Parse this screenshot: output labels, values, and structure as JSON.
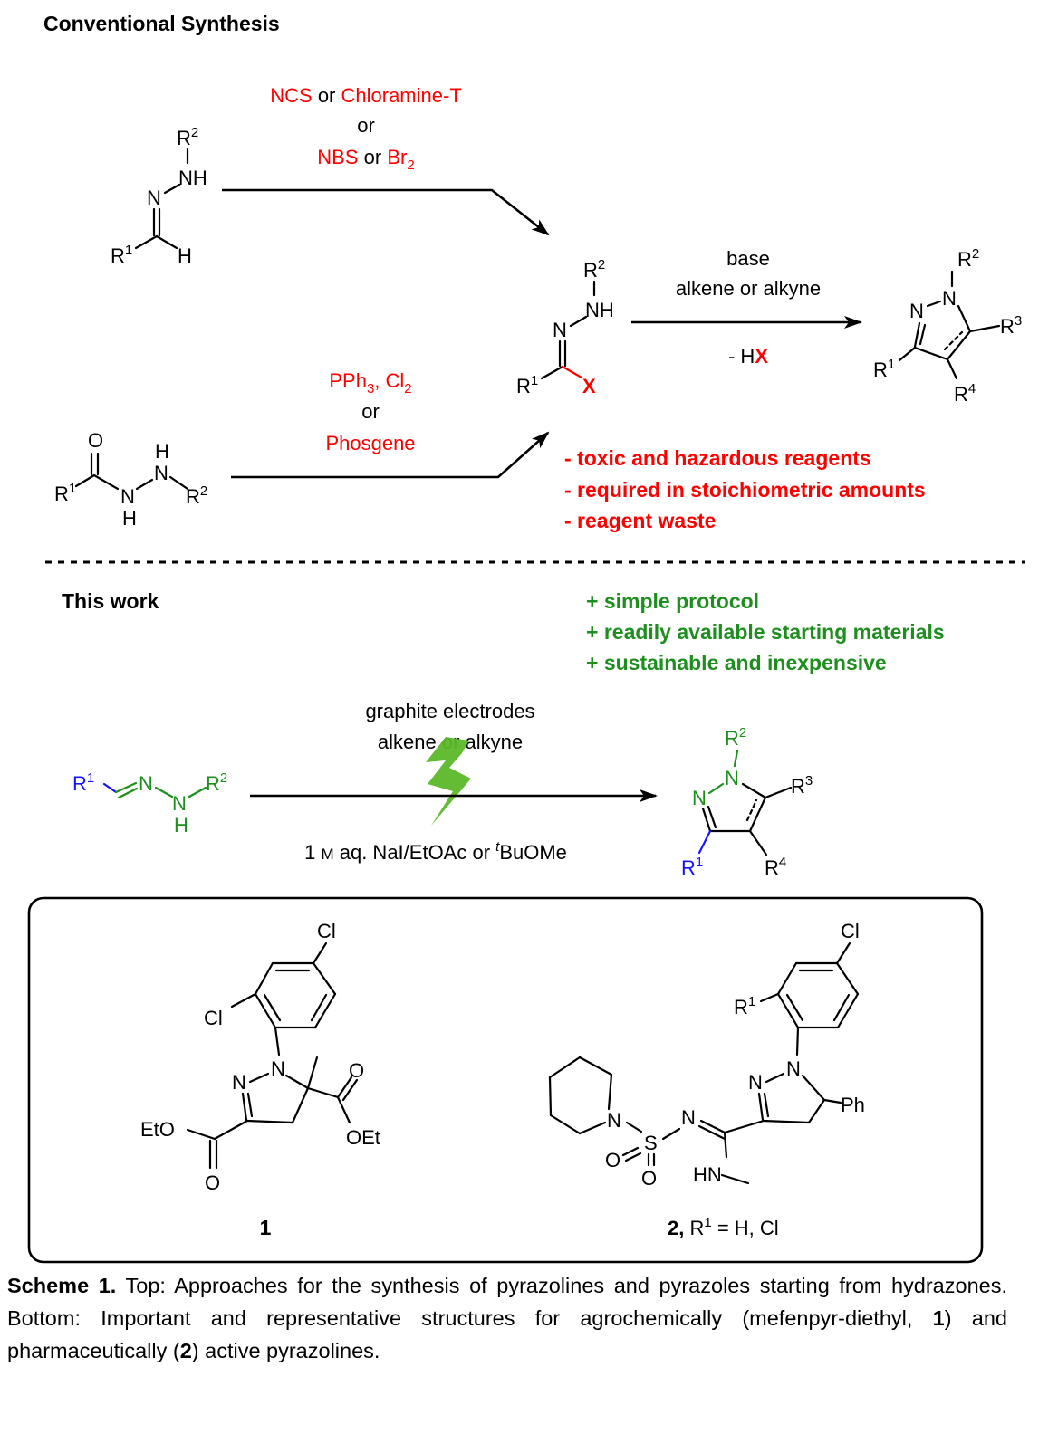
{
  "headers": {
    "conventional": "Conventional Synthesis",
    "this_work": "This work"
  },
  "reagents_top": {
    "ncs": "NCS",
    "or1": "or",
    "chloramine": "Chloramine-T",
    "or2": "or",
    "nbs": "NBS",
    "or3": "or",
    "br2": "Br",
    "br2_sub": "2"
  },
  "reagents_bottom": {
    "pph3": "PPh",
    "pph3_sub": "3",
    "comma": ",",
    "cl2": " Cl",
    "cl2_sub": "2",
    "or": "or",
    "phosgene": "Phosgene"
  },
  "cyclization": {
    "line1": "base",
    "line2": "alkene or alkyne",
    "line3_a": "- H",
    "line3_b": "X"
  },
  "drawbacks": [
    "- toxic and hazardous reagents",
    "- required in stoichiometric amounts",
    "- reagent waste"
  ],
  "advantages": [
    "+ simple protocol",
    "+ readily available starting materials",
    "+ sustainable and inexpensive"
  ],
  "this_work_conditions": {
    "line1": "graphite electrodes",
    "line2": "alkene or alkyne",
    "below_a": "1 ",
    "below_m": "M",
    "below_b": " aq. NaI/EtOAc or ",
    "below_t": "t",
    "below_c": "BuOMe"
  },
  "atoms": {
    "R": "R",
    "s1": "1",
    "s2": "2",
    "s3": "3",
    "s4": "4",
    "N": "N",
    "NH": "NH",
    "H": "H",
    "O": "O",
    "X": "X",
    "S": "S",
    "Cl": "Cl",
    "EtO": "EtO",
    "OEt": "OEt",
    "Ph": "Ph",
    "HN": "HN",
    "eq": "="
  },
  "box_labels": {
    "compound1": "1",
    "compound2_num": "2,",
    "compound2_rest_a": " R",
    "compound2_rest_sup": "1",
    "compound2_rest_b": " = H, Cl"
  },
  "caption": {
    "label": "Scheme 1.",
    "text_a": " Top: Approaches for the synthesis of pyrazolines and pyrazoles starting from hydrazones. Bottom: Important and representative structures for agrochemically (mefenpyr-diethyl, ",
    "bold1": "1",
    "text_b": ") and pharmaceutically (",
    "bold2": "2",
    "text_c": ") active pyrazolines."
  },
  "colors": {
    "red": "#ff0000",
    "green": "#1e8f1e",
    "blue": "#1414ff",
    "lightning": "#5cb82a"
  }
}
